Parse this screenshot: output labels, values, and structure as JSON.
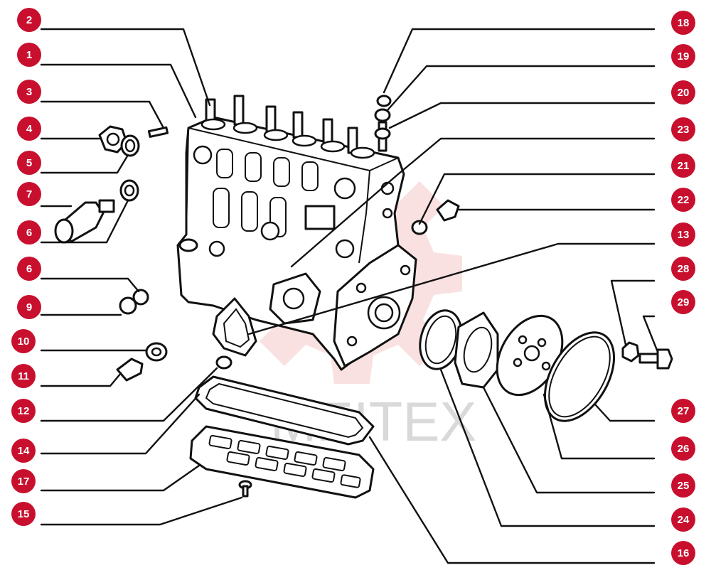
{
  "watermark": {
    "text": "MEITEX",
    "color": "#f2b8b8"
  },
  "accent_color": "#c8102e",
  "callouts": [
    {
      "label": "2"
    },
    {
      "label": "1"
    },
    {
      "label": "3"
    },
    {
      "label": "4"
    },
    {
      "label": "5"
    },
    {
      "label": "7"
    },
    {
      "label": "6"
    },
    {
      "label": "6"
    },
    {
      "label": "9"
    },
    {
      "label": "10"
    },
    {
      "label": "11"
    },
    {
      "label": "12"
    },
    {
      "label": "14"
    },
    {
      "label": "17"
    },
    {
      "label": "15"
    },
    {
      "label": "18"
    },
    {
      "label": "19"
    },
    {
      "label": "20"
    },
    {
      "label": "23"
    },
    {
      "label": "21"
    },
    {
      "label": "22"
    },
    {
      "label": "13"
    },
    {
      "label": "28"
    },
    {
      "label": "29"
    },
    {
      "label": "27"
    },
    {
      "label": "26"
    },
    {
      "label": "25"
    },
    {
      "label": "24"
    },
    {
      "label": "16"
    }
  ]
}
